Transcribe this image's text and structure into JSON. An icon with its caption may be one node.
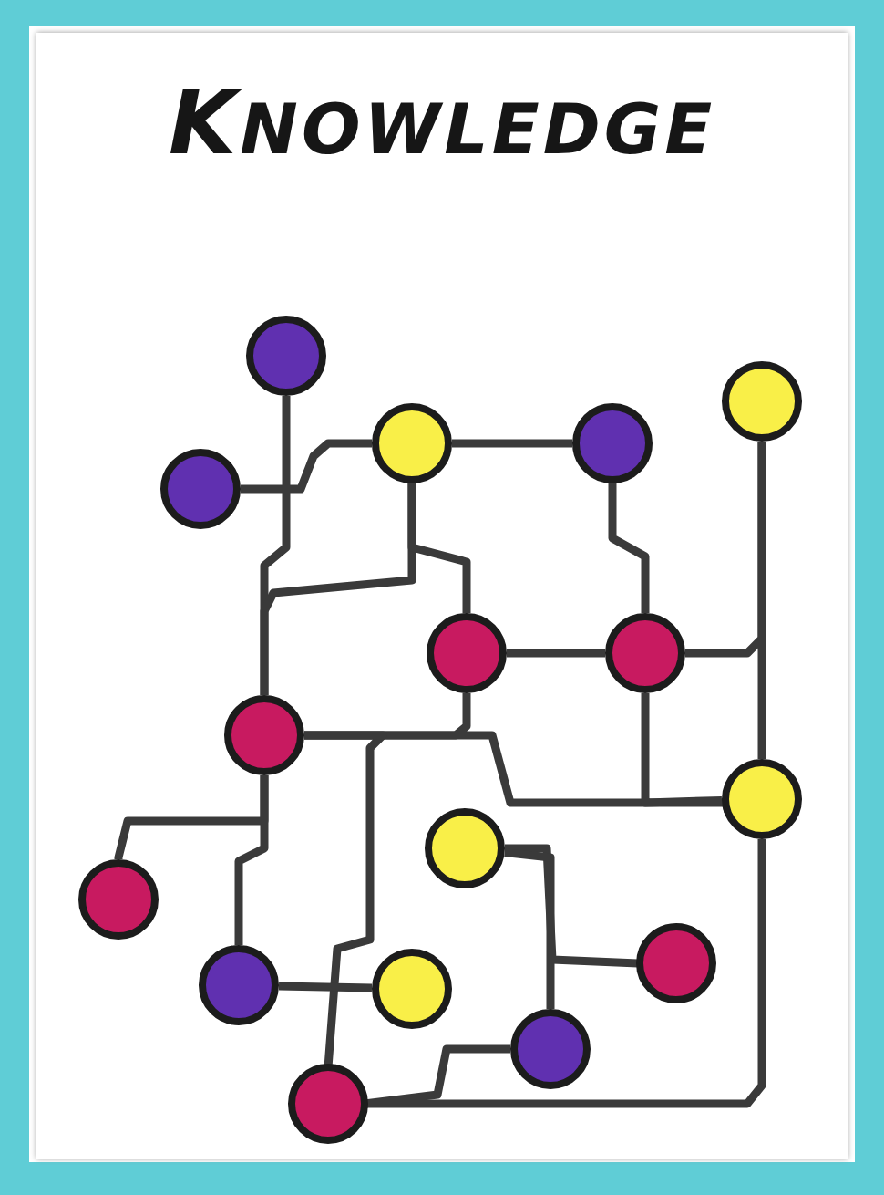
{
  "diagram": {
    "title": "KNOWLEDGE",
    "nodes": [
      {
        "text": [],
        "shape": "circle"
      },
      {
        "text": [],
        "shape": "circle"
      },
      {
        "text": [],
        "shape": "circle"
      },
      {
        "text": [],
        "shape": "circle"
      },
      {
        "text": [],
        "shape": "circle"
      },
      {
        "text": [],
        "shape": "circle"
      },
      {
        "text": [],
        "shape": "circle"
      },
      {
        "text": [],
        "shape": "circle"
      },
      {
        "text": [],
        "shape": "circle"
      },
      {
        "text": [],
        "shape": "circle"
      },
      {
        "text": [],
        "shape": "circle"
      },
      {
        "text": [],
        "shape": "circle"
      },
      {
        "text": [],
        "shape": "circle"
      },
      {
        "text": [],
        "shape": "circle"
      },
      {
        "text": [],
        "shape": "circle"
      },
      {
        "text": [],
        "shape": "circle"
      }
    ],
    "edges": [
      {
        "from": 0,
        "to": 7,
        "arrow": "none"
      },
      {
        "from": 2,
        "to": 3,
        "arrow": "none"
      },
      {
        "from": 3,
        "to": 4,
        "arrow": "none"
      },
      {
        "from": 3,
        "to": 7,
        "arrow": "none"
      },
      {
        "from": 3,
        "to": 5,
        "arrow": "none"
      },
      {
        "from": 4,
        "to": 6,
        "arrow": "none"
      },
      {
        "from": 5,
        "to": 6,
        "arrow": "none"
      },
      {
        "from": 6,
        "to": 1,
        "arrow": "none"
      },
      {
        "from": 1,
        "to": 8,
        "arrow": "none"
      },
      {
        "from": 5,
        "to": 7,
        "arrow": "none"
      },
      {
        "from": 7,
        "to": 8,
        "arrow": "none"
      },
      {
        "from": 6,
        "to": 8,
        "arrow": "none"
      },
      {
        "from": 7,
        "to": 15,
        "arrow": "none"
      },
      {
        "from": 7,
        "to": 10,
        "arrow": "none"
      },
      {
        "from": 7,
        "to": 12,
        "arrow": "none"
      },
      {
        "from": 9,
        "to": 11,
        "arrow": "none"
      },
      {
        "from": 9,
        "to": 14,
        "arrow": "none"
      },
      {
        "from": 12,
        "to": 13,
        "arrow": "none"
      },
      {
        "from": 14,
        "to": 15,
        "arrow": "none"
      },
      {
        "from": 8,
        "to": 15,
        "arrow": "none"
      }
    ]
  }
}
